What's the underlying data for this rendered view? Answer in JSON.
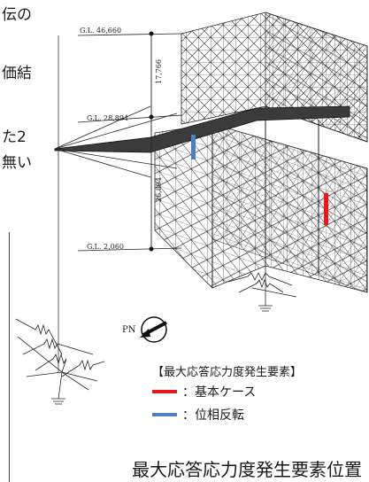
{
  "side_text": {
    "line1": "伝の",
    "line2": "価結",
    "line3": "た2",
    "line4": "無い"
  },
  "levels": {
    "top": "G.L. 46,660",
    "middle": "G.L. 28,894",
    "bottom": "G.L. 2,060"
  },
  "dimensions": {
    "upper": "17,766",
    "lower": "26,894"
  },
  "north_marker": {
    "label": "PN"
  },
  "legend": {
    "title": "【最大応答応力度発生要素】",
    "items": [
      {
        "label": "：基本ケース",
        "color": "#e8191e"
      },
      {
        "label": "：位相反転",
        "color": "#4f7fbf"
      }
    ]
  },
  "caption": "最大応答応力度発生要素位置"
}
